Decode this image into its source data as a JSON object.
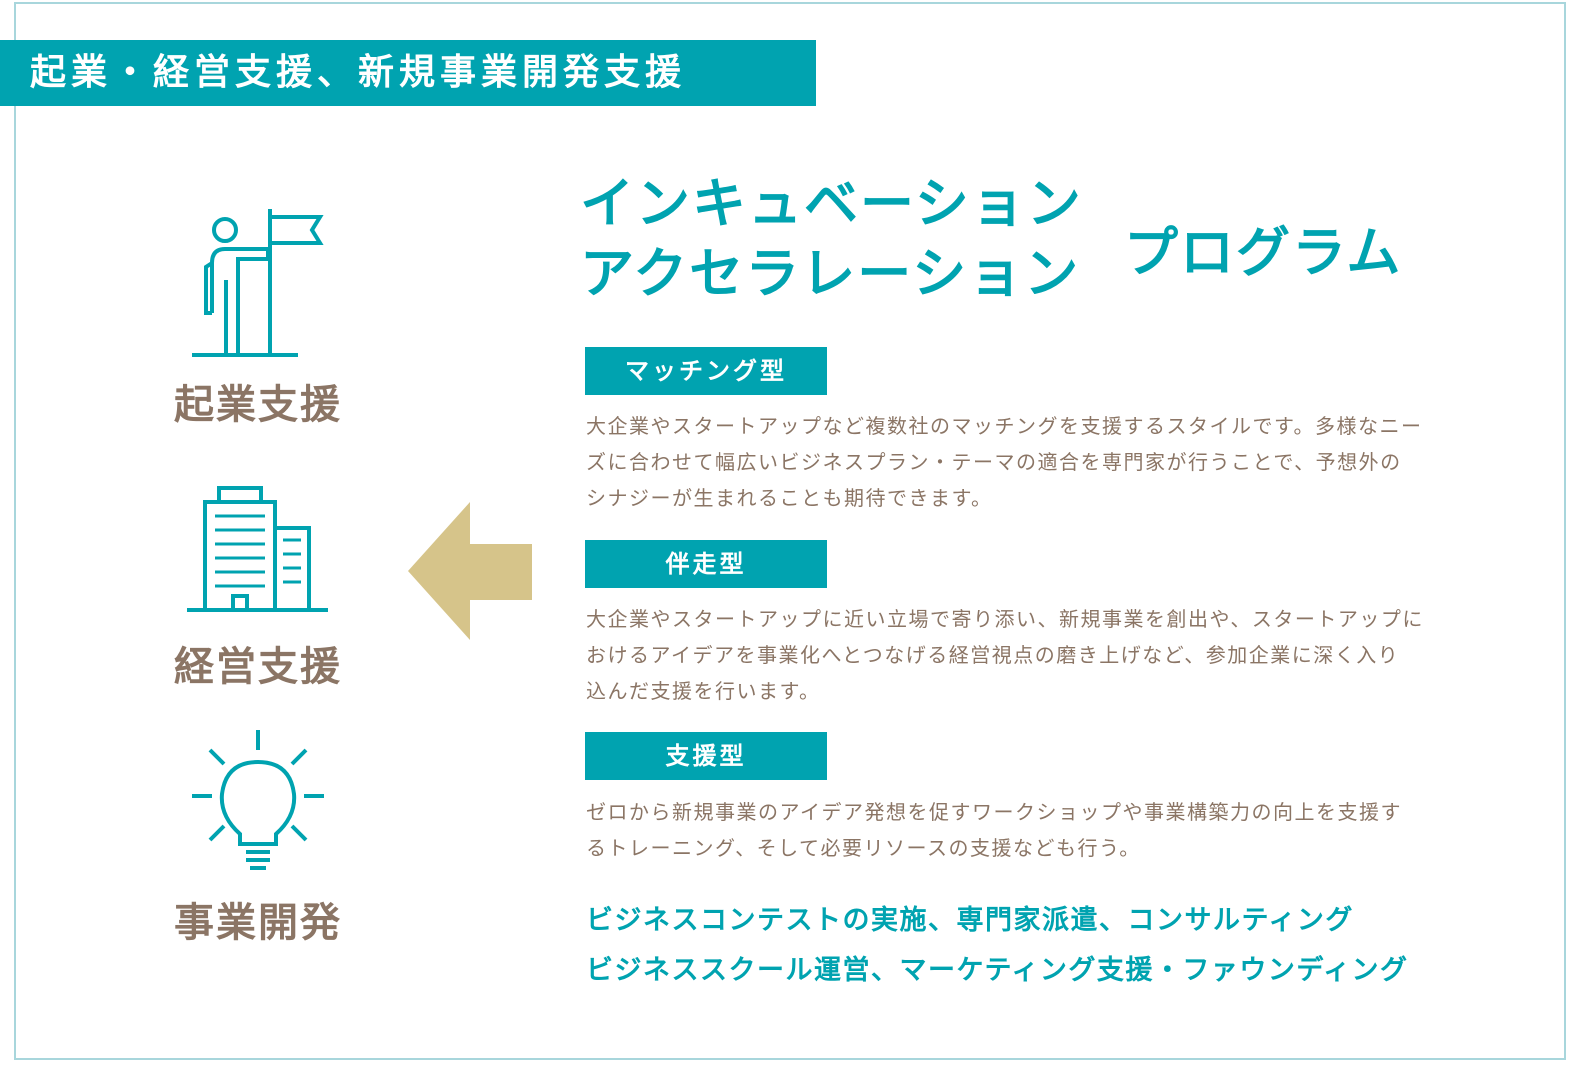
{
  "banner": "起業・経営支援、新規事業開発支援",
  "categories": [
    {
      "label": "起業支援",
      "icon": "person-flag-icon"
    },
    {
      "label": "経営支援",
      "icon": "building-icon"
    },
    {
      "label": "事業開発",
      "icon": "lightbulb-icon"
    }
  ],
  "program": {
    "title_line1": "インキュベーション",
    "title_line2": "アクセラレーション",
    "title_suffix": "プログラム"
  },
  "types": [
    {
      "tag": "マッチング型",
      "lines": [
        "大企業やスタートアップなど複数社のマッチングを支援するスタイルです。多様なニー",
        "ズに合わせて幅広いビジネスプラン・テーマの適合を専門家が行うことで、予想外の",
        "シナジーが生まれることも期待できます。"
      ]
    },
    {
      "tag": "伴走型",
      "lines": [
        "大企業やスタートアップに近い立場で寄り添い、新規事業を創出や、スタートアップに",
        "おけるアイデアを事業化へとつなげる経営視点の磨き上げなど、参加企業に深く入り",
        "込んだ支援を行います。"
      ]
    },
    {
      "tag": "支援型",
      "lines": [
        "ゼロから新規事業のアイデア発想を促すワークショップや事業構築力の向上を支援す",
        "るトレーニング、そして必要リソースの支援なども行う。"
      ]
    }
  ],
  "services": [
    "ビジネスコンテストの実施、専門家派遣、コンサルティング",
    "ビジネススクール運営、マーケティング支援・ファウンディング"
  ],
  "colors": {
    "teal": "#00a3b0",
    "brown": "#8b7565",
    "arrow": "#d6c48a",
    "border": "#a8d6dc"
  }
}
